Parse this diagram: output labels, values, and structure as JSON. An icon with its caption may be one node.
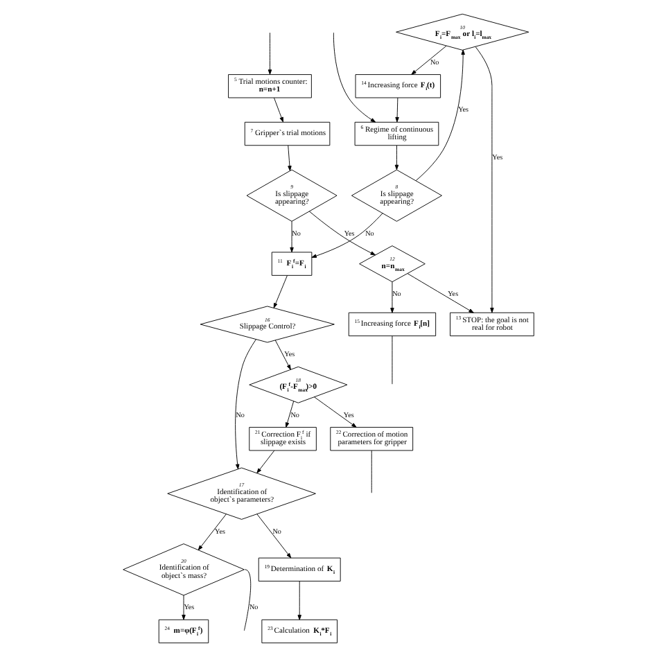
{
  "diagram": {
    "nodes": [
      {
        "text": [
          "$^{5}$ Trial motions counter: **n=n+1**"
        ]
      },
      {
        "text": [
          "$^{6}$ Regime of continuous lifting"
        ]
      },
      {
        "text": [
          "$^{7}$ Gripper`s trial motions"
        ]
      },
      {
        "text": [
          "8",
          "Is slippage appearing?"
        ]
      },
      {
        "text": [
          "$^{15}$ Increasing force **F$_{i}$[n]**"
        ]
      },
      {
        "text": [
          "9",
          "Is slippage appearing?"
        ]
      },
      {
        "text": [
          "12",
          "**n=n$_{max}$**"
        ]
      },
      {
        "text": [
          "10",
          "**F$_{i}$=F$_{max}$ or l$_{i}$=l$_{max}$**"
        ]
      },
      {
        "text": [
          "$^{11}$ **F$_{i}$$^{f}$=F$_{i}$**"
        ]
      },
      {
        "text": [
          "$^{13}$ STOP: the goal is not real for robot"
        ]
      },
      {
        "text": [
          "$^{14}$ Increasing force **F$_{i}$(t)**"
        ]
      },
      {
        "text": [
          "16",
          "Slippage Control?"
        ]
      },
      {
        "text": [
          "18",
          "**(F$_{i}$$^{f}$-F$_{max}$)>0**"
        ]
      },
      {
        "text": [
          "17",
          "Identification of object`s parameters?"
        ]
      },
      {
        "text": [
          "$^{21}$ Correction F$_{i}$$^{f}$ if slippage exists"
        ]
      },
      {
        "text": [
          "$^{22}$ Correction of motion parameters for gripper"
        ]
      },
      {
        "text": [
          "20",
          "Identification of object`s mass?"
        ]
      },
      {
        "text": [
          "$^{19}$ Determination of **K$_{i}$**"
        ]
      },
      {
        "text": [
          "$^{23}$ Calculation **K$_{i}$*F$_{i}$**"
        ]
      },
      {
        "text": [
          "$^{24}$ **m=φ(F$_{i}$$^{f}$)**"
        ]
      }
    ],
    "edges": [
      {
        "from": null,
        "to": 0,
        "arrow": "to"
      },
      {
        "from": null,
        "to": 1,
        "arrow": "to"
      },
      {
        "from": 0,
        "to": 2,
        "arrow": "to"
      },
      {
        "from": 2,
        "to": 5,
        "arrow": "to"
      },
      {
        "from": 5,
        "to": 6,
        "label": "Yes",
        "arrow": "to"
      },
      {
        "from": 5,
        "to": 8,
        "label": "No",
        "arrow": "to"
      },
      {
        "from": 6,
        "to": 4,
        "label": "No",
        "arrow": "to"
      },
      {
        "from": 4,
        "to": null,
        "arrow": "none"
      },
      {
        "from": 6,
        "to": 9,
        "label": "Yes",
        "arrow": "to"
      },
      {
        "from": 1,
        "to": 3,
        "arrow": "to"
      },
      {
        "from": 3,
        "to": 7,
        "label": "Yes",
        "arrow": "to"
      },
      {
        "from": 3,
        "to": 8,
        "label": "No",
        "arrow": "to"
      },
      {
        "from": 7,
        "to": 9,
        "label": "Yes",
        "arrow": "to"
      },
      {
        "from": 7,
        "to": 10,
        "label": "No",
        "arrow": "to"
      },
      {
        "from": 10,
        "to": 1,
        "arrow": "to"
      },
      {
        "from": 8,
        "to": 11,
        "arrow": "to"
      },
      {
        "from": 11,
        "to": 13,
        "label": "No",
        "arrow": "to"
      },
      {
        "from": 11,
        "to": 12,
        "label": "Yes",
        "arrow": "to"
      },
      {
        "from": 12,
        "to": 15,
        "label": "Yes",
        "arrow": "to"
      },
      {
        "from": 12,
        "to": 14,
        "label": "No",
        "arrow": "to"
      },
      {
        "from": 14,
        "to": 13,
        "arrow": "to"
      },
      {
        "from": 13,
        "to": 16,
        "label": "Yes",
        "arrow": "to"
      },
      {
        "from": 13,
        "to": 17,
        "label": "No",
        "arrow": "to"
      },
      {
        "from": 17,
        "to": 18,
        "arrow": "to"
      },
      {
        "from": 16,
        "to": 19,
        "label": "Yes",
        "arrow": "to"
      },
      {
        "from": 16,
        "to": null,
        "label": "No",
        "arrow": "none"
      },
      {
        "from": 15,
        "to": null,
        "arrow": "none"
      }
    ]
  }
}
